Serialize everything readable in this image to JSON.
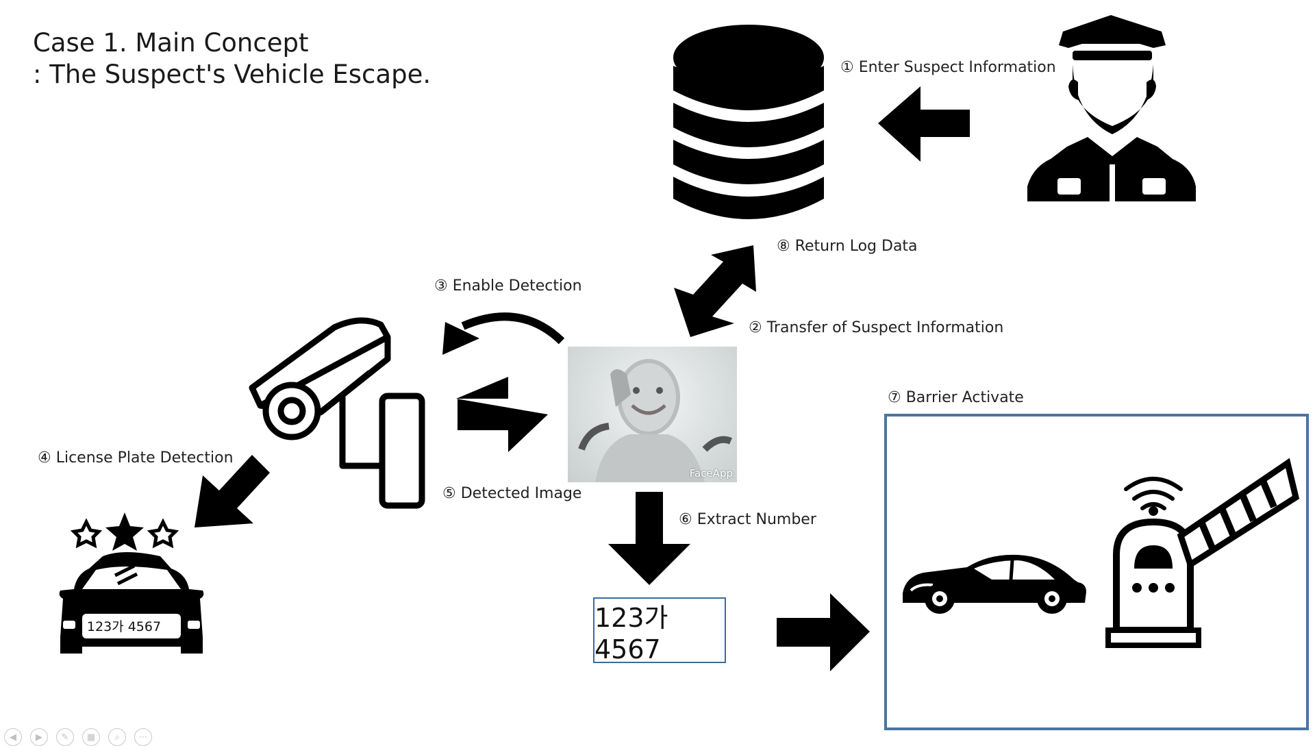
{
  "title": {
    "line1": "Case 1. Main Concept",
    "line2": ": The Suspect's Vehicle Escape."
  },
  "steps": {
    "s1": "① Enter Suspect Information",
    "s2": "② Transfer of Suspect Information",
    "s3": "③ Enable Detection",
    "s4": "④ License Plate Detection",
    "s5": "⑤ Detected Image",
    "s6": "⑥ Extract Number",
    "s7": "⑦ Barrier Activate",
    "s8": "⑧ Return Log Data"
  },
  "plate_number": "123가 4567",
  "taxi_plate": "123가 4567",
  "robot_image": {
    "credit": "FaceApp"
  },
  "icons": [
    "database-icon",
    "police-officer-icon",
    "cctv-camera-icon",
    "robot-ai-image",
    "taxi-car-icon",
    "sports-car-icon",
    "barrier-gate-icon",
    "wifi-signal-icon"
  ],
  "colors": {
    "box_border": "#4b74a0",
    "arrow": "#000000"
  }
}
